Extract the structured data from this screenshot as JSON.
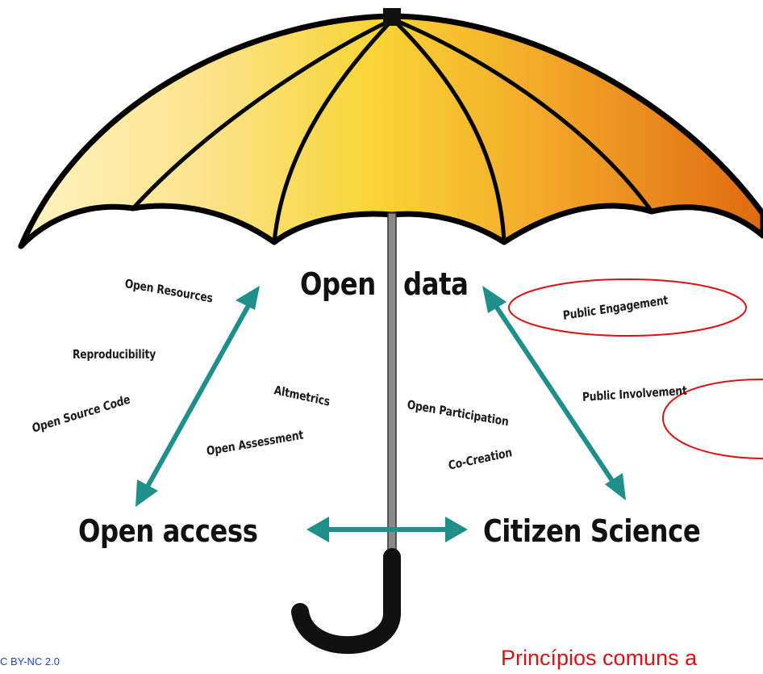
{
  "hub_labels": {
    "open_data": "Open",
    "open_data_2": "data",
    "open_access": "Open access",
    "citizen_science": "Citizen Science"
  },
  "terms": {
    "open_resources": "Open Resources",
    "reproducibility": "Reproducibility",
    "open_source_code": "Open Source Code",
    "altmetrics": "Altmetrics",
    "open_assessment": "Open Assessment",
    "open_participation": "Open Participation",
    "co_creation": "Co-Creation",
    "public_engagement": "Public Engagement",
    "public_involvement": "Public Involvement"
  },
  "footer": {
    "license": "C BY-NC 2.0",
    "caption": "Princípios comuns a"
  },
  "colors": {
    "canopy_light": "#fff6c8",
    "canopy_mid": "#f9cc2a",
    "canopy_dark": "#e2700c",
    "arrow": "#1f8f8c",
    "highlight_ellipse": "#e01010",
    "shaft": "#8a8a8a"
  }
}
